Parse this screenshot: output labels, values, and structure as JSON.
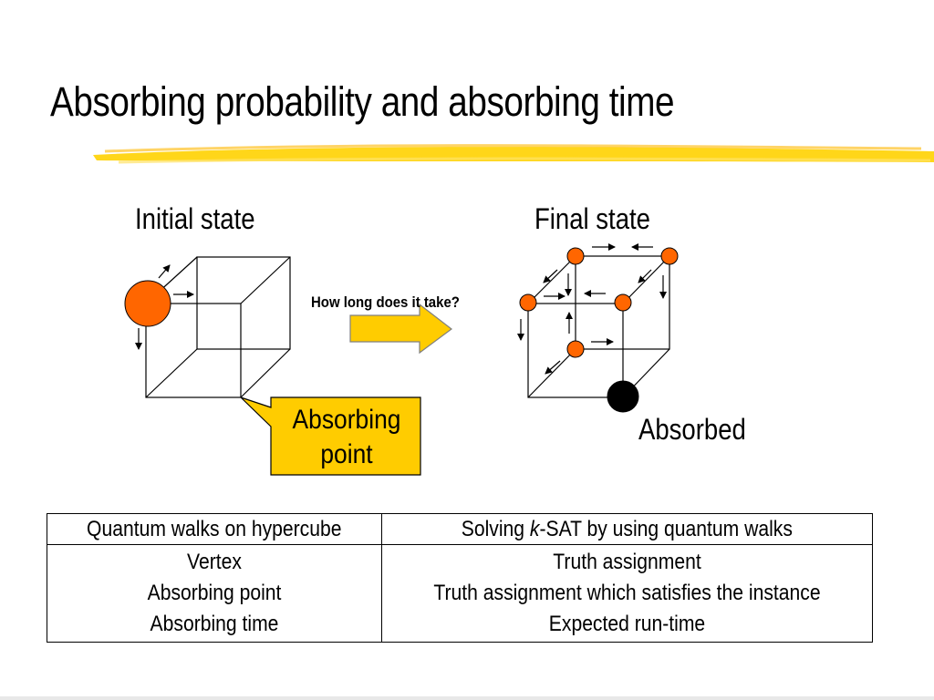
{
  "slide": {
    "title": "Absorbing probability and absorbing time",
    "initial_label": "Initial state",
    "final_label": "Final state",
    "question": "How long does it take?",
    "callout_line1": "Absorbing",
    "callout_line2": "point",
    "absorbed_label": "Absorbed"
  },
  "table": {
    "header_left": "Quantum walks on hypercube",
    "header_right_pre": "Solving ",
    "header_right_italic": "k",
    "header_right_post": "-SAT by using quantum walks",
    "left_rows": [
      "Vertex",
      "Absorbing point",
      "Absorbing time"
    ],
    "right_rows": [
      "Truth assignment",
      "Truth assignment which satisfies the instance",
      "Expected run-time"
    ]
  },
  "colors": {
    "highlight": "#ffd200",
    "callout_fill": "#ffcc00",
    "node_orange": "#ff6600",
    "node_absorbed": "#000000"
  }
}
